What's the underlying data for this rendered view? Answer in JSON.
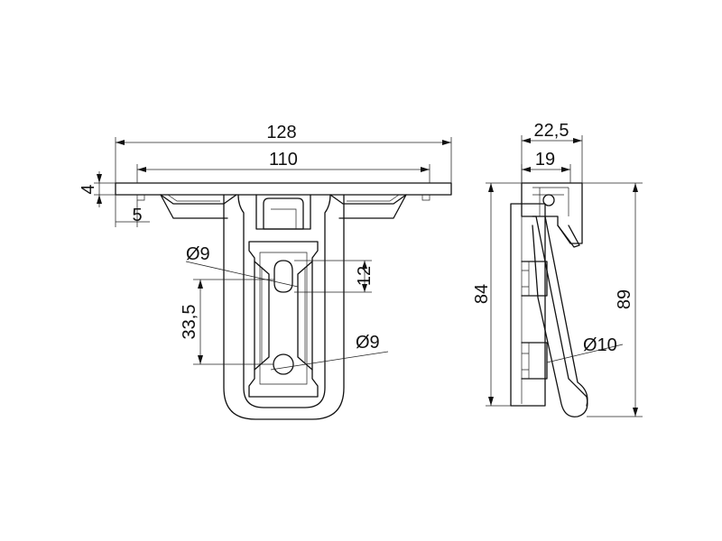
{
  "front_view": {
    "overall_width": "128",
    "bolt_pitch_width": "110",
    "flange_thickness": "4",
    "edge_offset": "5",
    "hole_upper": "Ø9",
    "hole_lower": "Ø9",
    "slot_length": "12",
    "hole_spacing": "33,5"
  },
  "side_view": {
    "depth_total": "22,5",
    "depth_inner": "19",
    "height_inner": "84",
    "height_total": "89",
    "handle_diameter": "Ø10"
  }
}
